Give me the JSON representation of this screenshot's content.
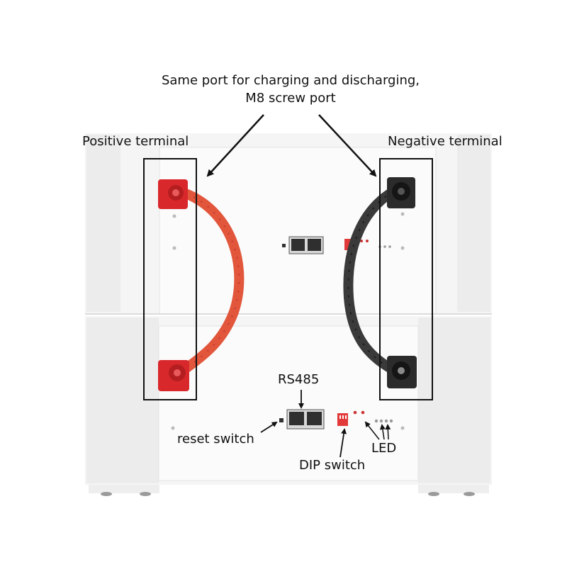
{
  "title_lines": [
    "Same port for charging and discharging,",
    "M8 screw port"
  ],
  "labels": {
    "positive": "Positive terminal",
    "negative": "Negative terminal",
    "rs485": "RS485",
    "reset": "reset switch",
    "dip": "DIP switch",
    "led": "LED"
  },
  "colors": {
    "positive_terminal": "#d9282b",
    "positive_cable": "#e2563c",
    "negative_terminal": "#2b2b2b",
    "negative_cable": "#3a3a3a",
    "housing": "#f4f4f4",
    "outline": "#111111"
  },
  "icons": [
    "m8-screw-icon",
    "ethernet-port-icon",
    "dip-switch-icon",
    "led-indicator-icon",
    "reset-button-icon"
  ]
}
